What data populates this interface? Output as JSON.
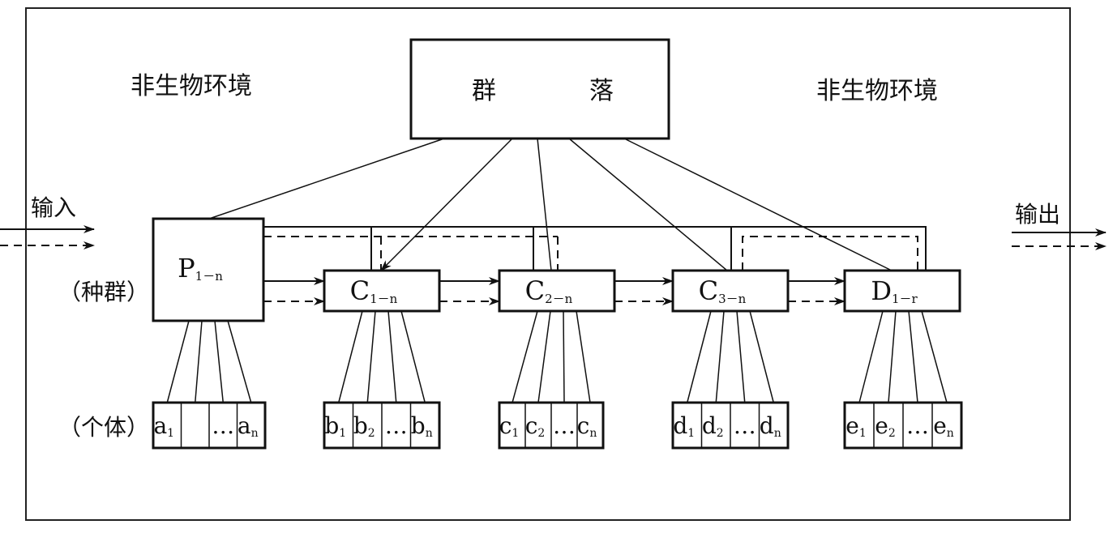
{
  "environment_left": "非生物环境",
  "environment_right": "非生物环境",
  "community": {
    "char1": "群",
    "char2": "落"
  },
  "input_label": "输入",
  "output_label": "输出",
  "population_row_label": "（种群）",
  "individual_row_label": "（个体）",
  "populations": [
    {
      "main": "P",
      "sub": "1－n"
    },
    {
      "main": "C",
      "sub": "1－n"
    },
    {
      "main": "C",
      "sub": "2－n"
    },
    {
      "main": "C",
      "sub": "3－n"
    },
    {
      "main": "D",
      "sub": "1－r"
    }
  ],
  "individuals": [
    {
      "cells": [
        {
          "main": "a",
          "sub": "1"
        },
        {
          "main": "",
          "sub": ""
        },
        {
          "main": "…",
          "sub": ""
        },
        {
          "main": "a",
          "sub": "n"
        }
      ]
    },
    {
      "cells": [
        {
          "main": "b",
          "sub": "1"
        },
        {
          "main": "b",
          "sub": "2"
        },
        {
          "main": "…",
          "sub": ""
        },
        {
          "main": "b",
          "sub": "n"
        }
      ]
    },
    {
      "cells": [
        {
          "main": "c",
          "sub": "1"
        },
        {
          "main": "c",
          "sub": "2"
        },
        {
          "main": "…",
          "sub": ""
        },
        {
          "main": "c",
          "sub": "n"
        }
      ]
    },
    {
      "cells": [
        {
          "main": "d",
          "sub": "1"
        },
        {
          "main": "d",
          "sub": "2"
        },
        {
          "main": "…",
          "sub": ""
        },
        {
          "main": "d",
          "sub": "n"
        }
      ]
    },
    {
      "cells": [
        {
          "main": "e",
          "sub": "1"
        },
        {
          "main": "e",
          "sub": "2"
        },
        {
          "main": "…",
          "sub": ""
        },
        {
          "main": "e",
          "sub": "n"
        }
      ]
    }
  ]
}
